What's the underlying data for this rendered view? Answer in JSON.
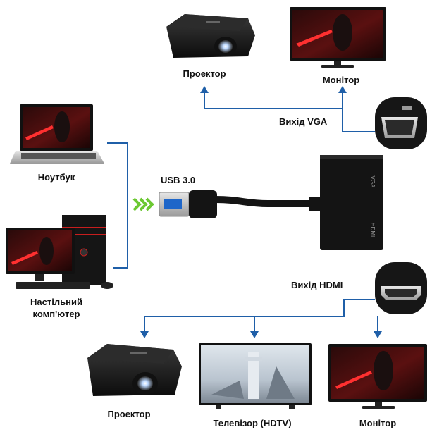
{
  "labels": {
    "projector_top": "Проектор",
    "monitor_top": "Монітор",
    "vga_output": "Вихід VGA",
    "laptop": "Ноутбук",
    "usb": "USB 3.0",
    "desktop_line1": "Настільний",
    "desktop_line2": "комп'ютер",
    "hdmi_output": "Вихід HDMI",
    "projector_bottom": "Проектор",
    "tv": "Телевізор (HDTV)",
    "monitor_bottom": "Монітор"
  },
  "adapter_port_labels": {
    "vga": "VGA",
    "hdmi": "HDMI"
  },
  "colors": {
    "connector_line": "#1f5fa8",
    "arrow_chevron": "#6cc832",
    "device_body": "#161616",
    "screen_red": "#c81e1e",
    "tv_sky": "#b9c4cf"
  }
}
